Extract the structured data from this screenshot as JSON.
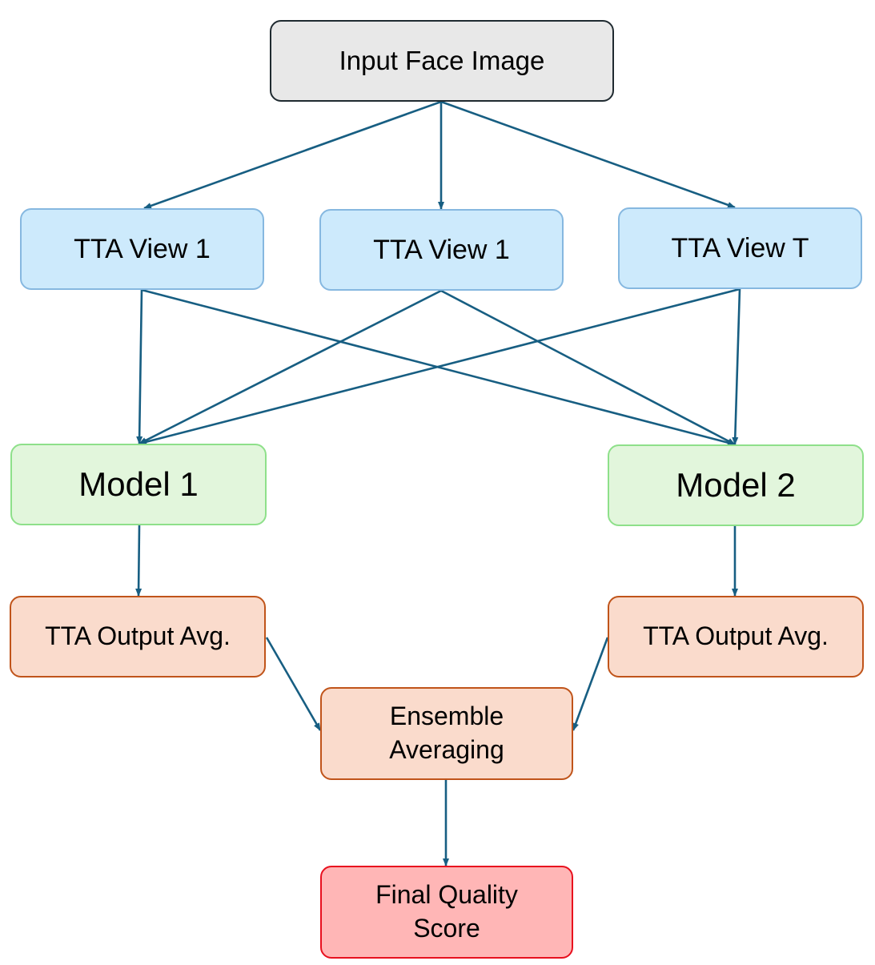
{
  "colors": {
    "edge": "#175e82",
    "input_fill": "#e8e8e8",
    "input_border": "#1f2a30",
    "view_fill": "#cdeafc",
    "view_border": "#86b8e0",
    "model_fill": "#e2f6dc",
    "model_border": "#8ee08a",
    "avg_fill": "#fadbcc",
    "avg_border": "#c0541a",
    "final_fill": "#ffb6b6",
    "final_border": "#e8101e"
  },
  "nodes": {
    "input": {
      "label": "Input Face Image"
    },
    "view_a": {
      "label": "TTA View 1"
    },
    "view_b": {
      "label": "TTA View 1"
    },
    "view_t": {
      "label": "TTA View T"
    },
    "model_1": {
      "label": "Model 1"
    },
    "model_2": {
      "label": "Model 2"
    },
    "avg_1": {
      "label": "TTA Output Avg."
    },
    "avg_2": {
      "label": "TTA Output Avg."
    },
    "ensemble": {
      "line1": "Ensemble",
      "line2": "Averaging"
    },
    "final": {
      "line1": "Final Quality",
      "line2": "Score"
    }
  },
  "edges": [
    {
      "from": "input",
      "to": "view_a"
    },
    {
      "from": "input",
      "to": "view_b"
    },
    {
      "from": "input",
      "to": "view_t"
    },
    {
      "from": "view_a",
      "to": "model_1"
    },
    {
      "from": "view_a",
      "to": "model_2"
    },
    {
      "from": "view_b",
      "to": "model_1"
    },
    {
      "from": "view_b",
      "to": "model_2"
    },
    {
      "from": "view_t",
      "to": "model_1"
    },
    {
      "from": "view_t",
      "to": "model_2"
    },
    {
      "from": "model_1",
      "to": "avg_1"
    },
    {
      "from": "model_2",
      "to": "avg_2"
    },
    {
      "from": "avg_1",
      "to": "ensemble"
    },
    {
      "from": "avg_2",
      "to": "ensemble"
    },
    {
      "from": "ensemble",
      "to": "final"
    }
  ]
}
